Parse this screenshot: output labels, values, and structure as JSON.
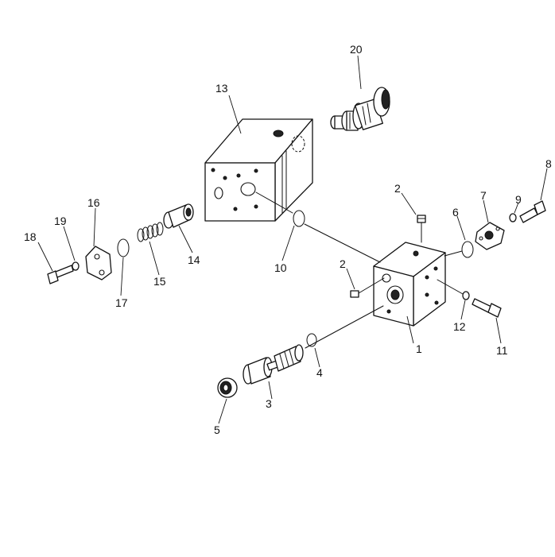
{
  "diagram": {
    "type": "exploded-parts-view",
    "callouts": [
      {
        "id": "c1",
        "label": "1"
      },
      {
        "id": "c2a",
        "label": "2"
      },
      {
        "id": "c2b",
        "label": "2"
      },
      {
        "id": "c3",
        "label": "3"
      },
      {
        "id": "c4",
        "label": "4"
      },
      {
        "id": "c5",
        "label": "5"
      },
      {
        "id": "c6",
        "label": "6"
      },
      {
        "id": "c7",
        "label": "7"
      },
      {
        "id": "c8",
        "label": "8"
      },
      {
        "id": "c9",
        "label": "9"
      },
      {
        "id": "c10",
        "label": "10"
      },
      {
        "id": "c11",
        "label": "11"
      },
      {
        "id": "c12",
        "label": "12"
      },
      {
        "id": "c13",
        "label": "13"
      },
      {
        "id": "c14",
        "label": "14"
      },
      {
        "id": "c15",
        "label": "15"
      },
      {
        "id": "c16",
        "label": "16"
      },
      {
        "id": "c17",
        "label": "17"
      },
      {
        "id": "c18",
        "label": "18"
      },
      {
        "id": "c19",
        "label": "19"
      },
      {
        "id": "c20",
        "label": "20"
      }
    ]
  }
}
